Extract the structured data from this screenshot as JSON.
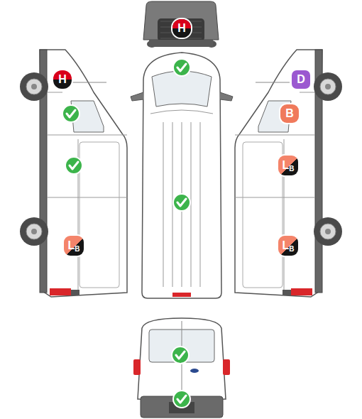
{
  "diagram": {
    "nodes": [
      {
        "text": [
          "H"
        ]
      },
      {
        "text": [
          "H"
        ]
      },
      {
        "text": [
          "D"
        ]
      },
      {
        "text": [
          "B"
        ]
      },
      {
        "text": [
          "L",
          "B"
        ]
      },
      {
        "text": [
          "L",
          "B"
        ]
      },
      {
        "text": [
          "L",
          "B"
        ]
      }
    ]
  }
}
